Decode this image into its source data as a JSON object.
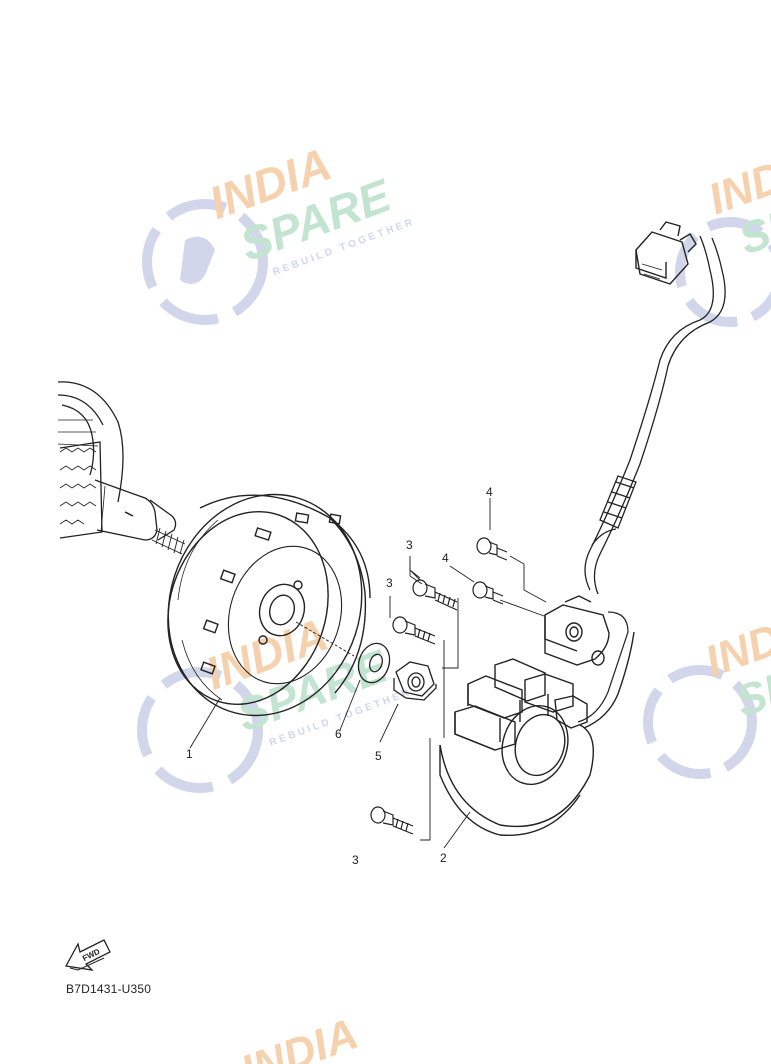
{
  "callouts": {
    "flywheel": "1",
    "stator": "2",
    "stator_bolt_upper_a": "3",
    "stator_bolt_upper_b": "3",
    "stator_bolt_lower": "3",
    "pickup_screw_a": "4",
    "pickup_screw_b": "4",
    "nut": "5",
    "washer": "6"
  },
  "fwd_label": "FWD",
  "drawing_code": "B7D1431-U350",
  "watermark": {
    "line1": "INDIA",
    "line2": "SPARE",
    "tagline": "REBUILD TOGETHER",
    "colors": {
      "orange": "#f4c9a0",
      "green": "#b9e0c9",
      "blue": "#c9cfe8"
    }
  },
  "colors": {
    "line": "#222222",
    "paper": "#ffffff"
  }
}
